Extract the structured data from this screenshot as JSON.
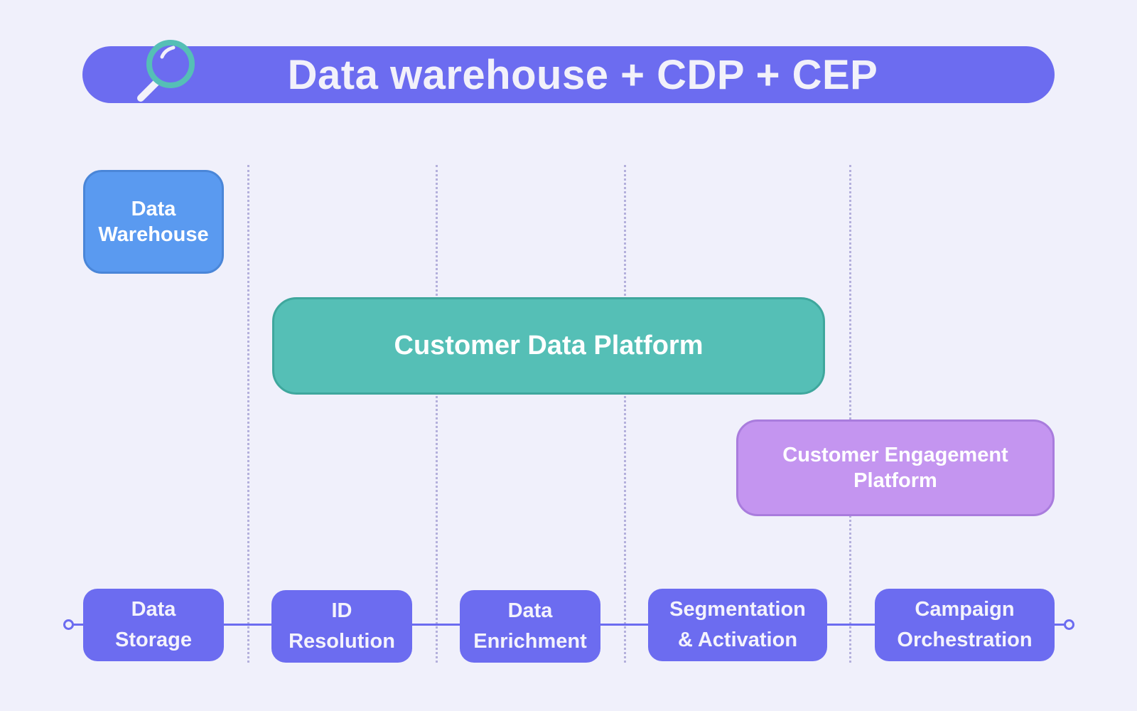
{
  "header": {
    "title": "Data warehouse + CDP + CEP",
    "icon": "magnifier-icon"
  },
  "colors": {
    "background": "#f0f0fb",
    "accent": "#6c6cf0",
    "data_warehouse": "#5a9af0",
    "cdp": "#55bfb6",
    "cep": "#c495f0",
    "magnifier_ring": "#55bfb6"
  },
  "platforms": {
    "data_warehouse": "Data\nWarehouse",
    "cdp": "Customer Data Platform",
    "cep": "Customer Engagement\nPlatform"
  },
  "stages": [
    {
      "label": "Data\nStorage"
    },
    {
      "label": "ID\nResolution"
    },
    {
      "label": "Data\nEnrichment"
    },
    {
      "label": "Segmentation\n& Activation"
    },
    {
      "label": "Campaign\nOrchestration"
    }
  ]
}
